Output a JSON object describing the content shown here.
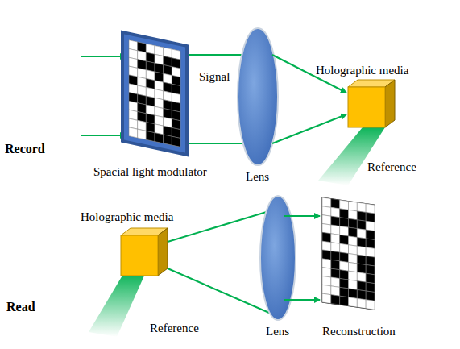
{
  "diagram": {
    "labels": [
      "Holographic media",
      "Signal",
      "Record",
      "Reference",
      "Spacial light modulator",
      "Lens",
      "Holographic media",
      "Read",
      "Reference",
      "Lens",
      "Reconstruction"
    ]
  }
}
